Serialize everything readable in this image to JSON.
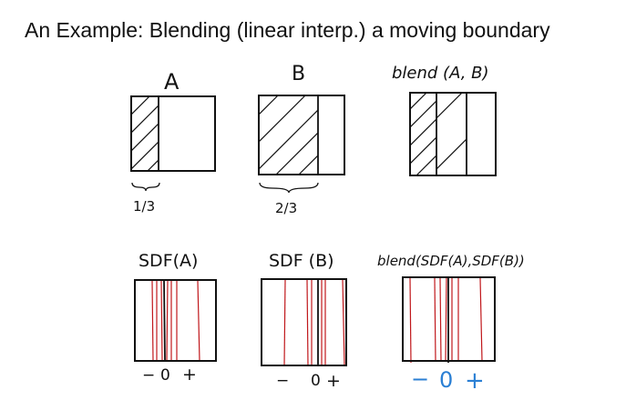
{
  "slide": {
    "title": "An Example: Blending (linear interp.) a moving boundary"
  },
  "top_row": {
    "a_label": "A",
    "b_label": "B",
    "blend_label": "blend (A, B)",
    "a_fraction": "1/3",
    "b_fraction": "2/3"
  },
  "bottom_row": {
    "sdf_a_label": "SDF(A)",
    "sdf_b_label": "SDF (B)",
    "blend_label": "blend(SDF(A),SDF(B))",
    "minus": "−",
    "zero": "0",
    "plus": "+"
  },
  "colors": {
    "isoline": "#c0171b",
    "blend_axis": "#2a7fd4"
  }
}
